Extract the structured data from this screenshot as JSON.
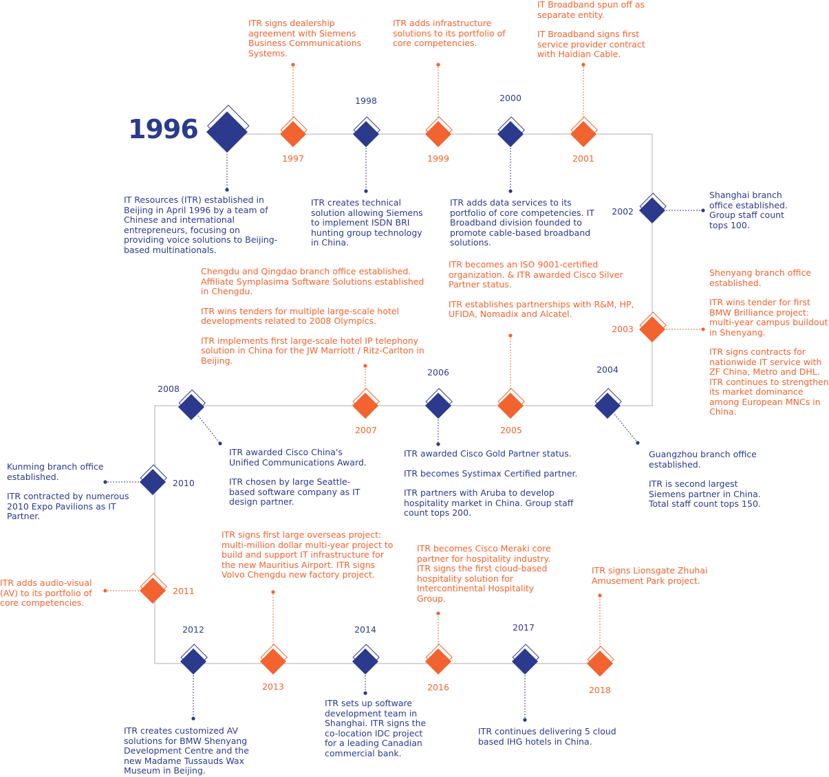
{
  "colors": {
    "blue": "#2b3a8c",
    "orange": "#f2632f",
    "line": "#c8c8c8"
  },
  "start_year": "1996",
  "milestones": [
    {
      "key": "m1996",
      "year": "1996",
      "color": "blue",
      "paragraphs": [
        "IT Resources (ITR) established in Beijing in April 1996 by a team of Chinese and international entrepreneurs, focusing on providing voice solutions to Beijing-based multinationals."
      ]
    },
    {
      "key": "m1997",
      "year": "1997",
      "color": "orange",
      "paragraphs": [
        "ITR signs dealership agreement with Siemens Business Communications Systems."
      ]
    },
    {
      "key": "m1998",
      "year": "1998",
      "color": "blue",
      "paragraphs": [
        "ITR creates technical solution allowing Siemens to implement ISDN BRI hunting group technology in China."
      ]
    },
    {
      "key": "m1999",
      "year": "1999",
      "color": "orange",
      "paragraphs": [
        "ITR adds infrastructure solutions to its portfolio of core competencies."
      ]
    },
    {
      "key": "m2000",
      "year": "2000",
      "color": "blue",
      "paragraphs": [
        "ITR adds data services to its portfolio of core competencies. IT Broadband division founded to promote cable-based broadband solutions."
      ]
    },
    {
      "key": "m2001",
      "year": "2001",
      "color": "orange",
      "paragraphs": [
        "IT Broadband spun off as separate entity.",
        "IT Broadband signs first service provider contract with Haidian Cable."
      ]
    },
    {
      "key": "m2002",
      "year": "2002",
      "color": "blue",
      "paragraphs": [
        "Shanghai branch office established. Group staff count tops 100."
      ]
    },
    {
      "key": "m2003",
      "year": "2003",
      "color": "orange",
      "paragraphs": [
        "Shenyang branch office established.",
        "ITR wins tender for first BMW Brilliance project: multi-year campus buildout in Shenyang.",
        "ITR signs contracts for nationwide IT service with ZF China, Metro and DHL. ITR continues to strengthen its market dominance among European MNCs in China."
      ]
    },
    {
      "key": "m2004",
      "year": "2004",
      "color": "blue",
      "paragraphs": [
        "Guangzhou branch office established.",
        "ITR is second largest Siemens partner in China. Total staff count tops 150."
      ]
    },
    {
      "key": "m2005",
      "year": "2005",
      "color": "orange",
      "paragraphs": [
        "ITR becomes an ISO 9001-certified organization. & ITR awarded Cisco Silver Partner status.",
        "ITR establishes partnerships with R&M, HP, UFIDA, Nomadix and Alcatel."
      ]
    },
    {
      "key": "m2006",
      "year": "2006",
      "color": "blue",
      "paragraphs": [
        "ITR awarded Cisco Gold Partner status.",
        "ITR becomes Systimax Certified partner.",
        "ITR partners with Aruba to develop hospitality market in China. Group staff count tops 200."
      ]
    },
    {
      "key": "m2007",
      "year": "2007",
      "color": "orange",
      "paragraphs": [
        "Chengdu and Qingdao branch office established. Affiliate Symplasima Software Solutions established in Chengdu.",
        "ITR wins tenders for multiple large-scale hotel developments related to 2008 Olympics.",
        "ITR implements first large-scale hotel IP telephony solution in China for the JW Marriott / Ritz-Carlton in Beijing."
      ]
    },
    {
      "key": "m2008",
      "year": "2008",
      "color": "blue",
      "paragraphs": [
        "ITR awarded Cisco China's Unified Communications Award.",
        "ITR chosen by large Seattle-based software company as IT design partner."
      ]
    },
    {
      "key": "m2010",
      "year": "2010",
      "color": "blue",
      "paragraphs": [
        "Kunming branch office established.",
        "ITR contracted by numerous 2010 Expo Pavilions as IT Partner."
      ]
    },
    {
      "key": "m2011",
      "year": "2011",
      "color": "orange",
      "paragraphs": [
        "ITR adds audio-visual (AV) to its portfolio of core competencies."
      ]
    },
    {
      "key": "m2012",
      "year": "2012",
      "color": "blue",
      "paragraphs": [
        "ITR creates customized AV solutions for BMW Shenyang Development Centre and the new Madame Tussauds Wax Museum in Beijing."
      ]
    },
    {
      "key": "m2013",
      "year": "2013",
      "color": "orange",
      "paragraphs": [
        "ITR signs first large overseas project: multi-million dollar multi-year project to build and support IT infrastructure for the new Mauritius Airport. ITR signs Volvo Chengdu new factory project."
      ]
    },
    {
      "key": "m2014",
      "year": "2014",
      "color": "blue",
      "paragraphs": [
        "ITR sets up software development team in Shanghai. ITR signs the co-location IDC project for a leading Canadian commercial bank."
      ]
    },
    {
      "key": "m2016",
      "year": "2016",
      "color": "orange",
      "paragraphs": [
        "ITR becomes Cisco Meraki core partner for hospitality industry. ITR signs the first cloud-based hospitality solution for Intercontinental Hospitality Group."
      ]
    },
    {
      "key": "m2017",
      "year": "2017",
      "color": "blue",
      "paragraphs": [
        "ITR continues delivering 5 cloud based IHG hotels in China."
      ]
    },
    {
      "key": "m2018",
      "year": "2018",
      "color": "orange",
      "paragraphs": [
        "ITR signs Lionsgate Zhuhai Amusement Park project."
      ]
    }
  ]
}
